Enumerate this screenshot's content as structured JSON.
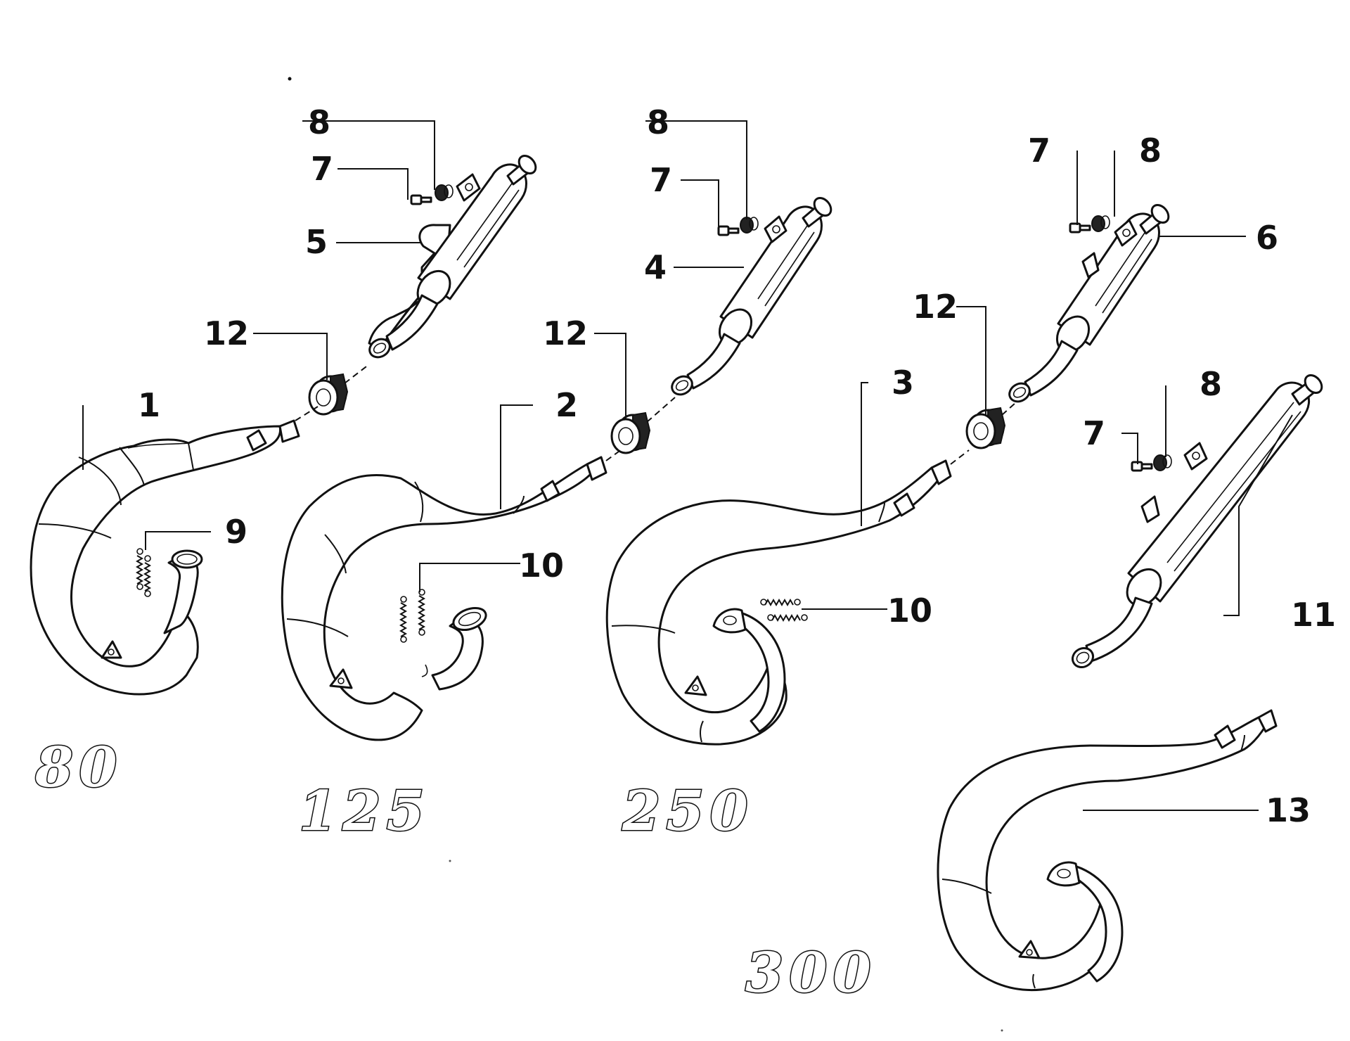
{
  "callouts": {
    "c1": "1",
    "c2": "2",
    "c3": "3",
    "c4": "4",
    "c5": "5",
    "c6": "6",
    "c7_80": "7",
    "c7_125": "7",
    "c7_250": "7",
    "c7_300": "7",
    "c8_80": "8",
    "c8_125": "8",
    "c8_250": "8",
    "c8_300": "8",
    "c9": "9",
    "c10_125": "10",
    "c10_250": "10",
    "c11": "11",
    "c12_80": "12",
    "c12_125": "12",
    "c12_250": "12",
    "c13": "13"
  },
  "models": {
    "m80": "80",
    "m125": "125",
    "m250": "250",
    "m300": "300"
  }
}
